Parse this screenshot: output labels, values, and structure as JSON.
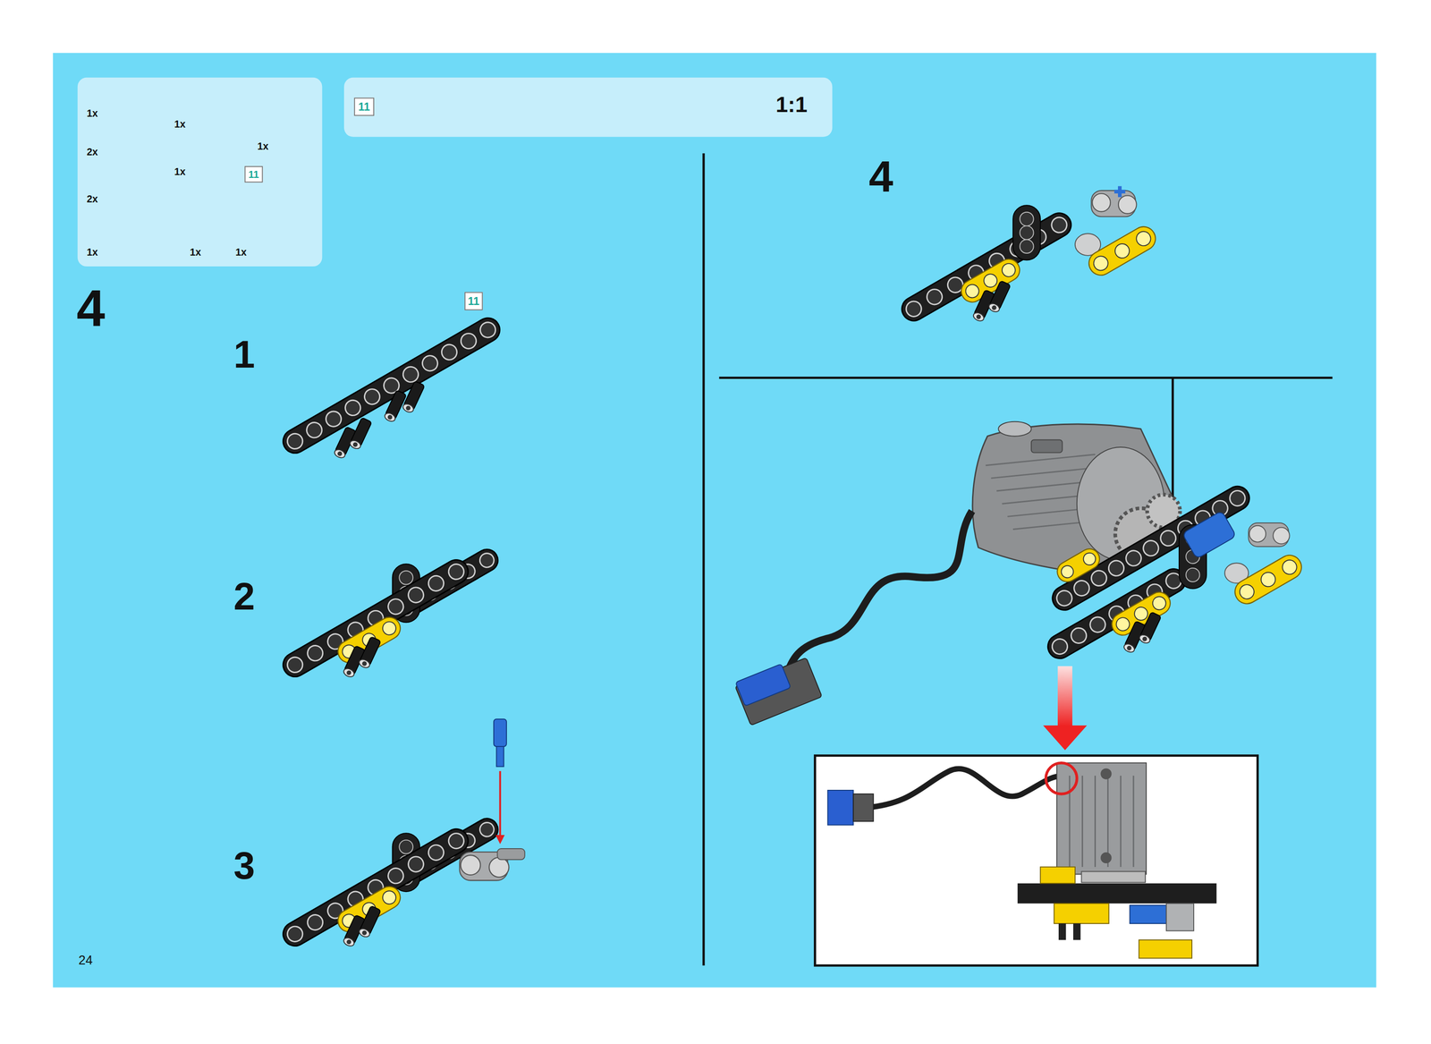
{
  "diagram": {
    "nodes": [
      {
        "text": [
          "1x",
          "2x",
          "2x",
          "1x",
          "1x",
          "1x",
          "1x",
          "1x",
          "1x"
        ]
      },
      {
        "text": [
          "11"
        ],
        "in": 0
      },
      {
        "text": [
          "1:1"
        ]
      },
      {
        "text": [
          "11"
        ],
        "in": 2
      },
      {
        "text": [
          "11"
        ]
      }
    ],
    "labels": [
      "4",
      "1",
      "2",
      "3",
      "4",
      "24"
    ]
  }
}
